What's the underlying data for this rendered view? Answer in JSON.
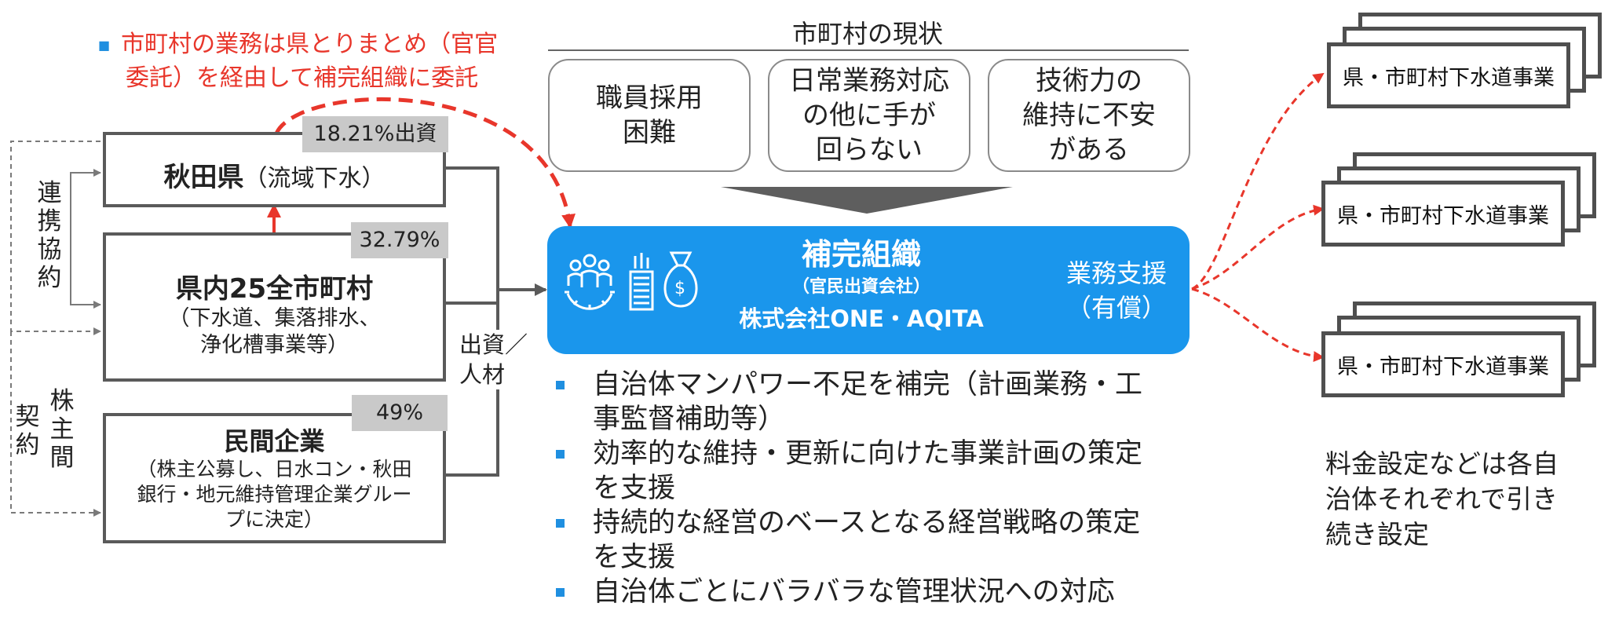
{
  "colors": {
    "accent_blue": "#1a96ec",
    "note_red": "#e8362b",
    "box_border": "#5a5a5a",
    "badge_gray": "#c9c9c9"
  },
  "note": {
    "line1": "市町村の業務は県とりまとめ（官官",
    "line2": "委託）を経由して補完組織に委託"
  },
  "organizations": {
    "pref": {
      "main": "秋田県",
      "sub": "（流域下水）",
      "share": "18.21%出資"
    },
    "municipalities": {
      "main": "県内25全市町村",
      "sub1": "（下水道、集落排水、",
      "sub2": "浄化槽事業等）",
      "share": "32.79%"
    },
    "private": {
      "main": "民間企業",
      "sub1": "（株主公募し、日水コン・秋田",
      "sub2": "銀行・地元維持管理企業グルー",
      "sub3": "プに決定）",
      "share": "49%"
    }
  },
  "labels": {
    "renkei": [
      "連",
      "携",
      "協",
      "約"
    ],
    "kabunushi": [
      "株",
      "主",
      "間"
    ],
    "keiyaku": [
      "契",
      "約"
    ],
    "invest1": "出資／",
    "invest2": "人材"
  },
  "status": {
    "title": "市町村の現状",
    "issues": [
      {
        "l1": "職員採用",
        "l2": "困難",
        "l3": ""
      },
      {
        "l1": "日常業務対応",
        "l2": "の他に手が",
        "l3": "回らない"
      },
      {
        "l1": "技術力の",
        "l2": "維持に不安",
        "l3": "がある"
      }
    ]
  },
  "hub": {
    "title": "補完組織",
    "subtitle": "（官民出資会社）",
    "company": "株式会社ONE・AQITA",
    "support1": "業務支援",
    "support2": "（有償）",
    "icons": [
      "people-gear-icon",
      "building-icon",
      "money-bag-icon"
    ]
  },
  "bullets": [
    {
      "l1": "自治体マンパワー不足を補完（計画業務・工",
      "l2": "事監督補助等）"
    },
    {
      "l1": "効率的な維持・更新に向けた事業計画の策定",
      "l2": "を支援"
    },
    {
      "l1": "持続的な経営のベースとなる経営戦略の策定",
      "l2": "を支援"
    },
    {
      "l1": "自治体ごとにバラバラな管理状況への対応",
      "l2": ""
    }
  ],
  "projects": [
    "県・市町村下水道事業",
    "県・市町村下水道事業",
    "県・市町村下水道事業"
  ],
  "side_note": {
    "l1": "料金設定などは各自",
    "l2": "治体それぞれで引き",
    "l3": "続き設定"
  }
}
